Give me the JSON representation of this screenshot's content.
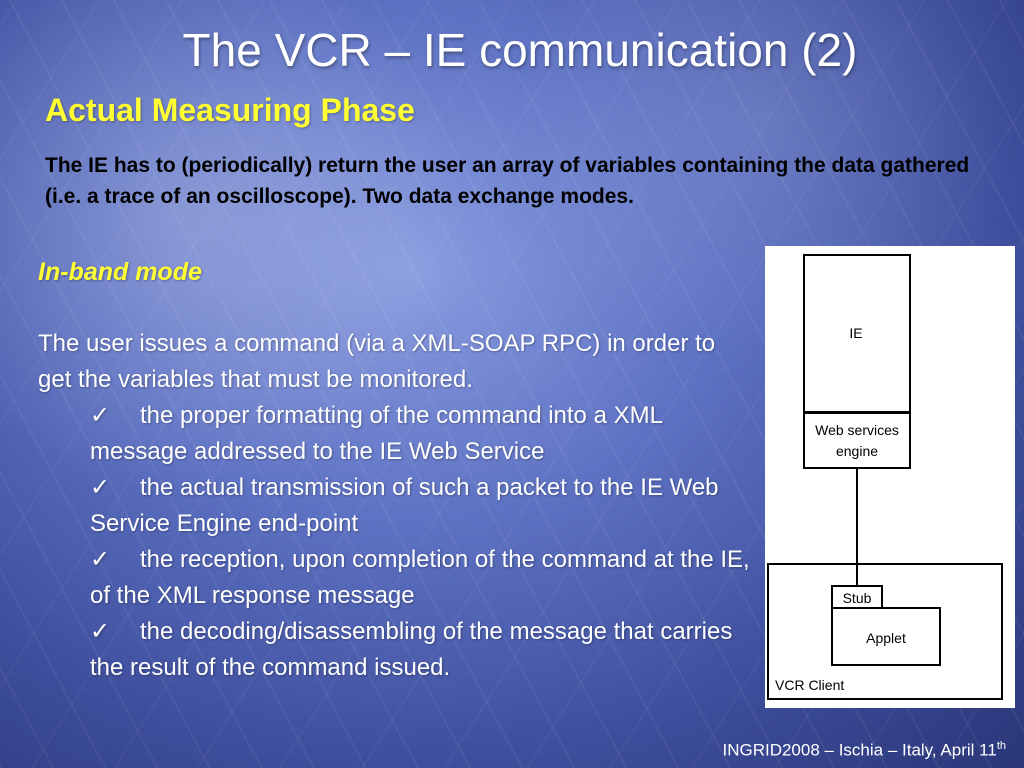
{
  "slide": {
    "title": "The VCR – IE communication (2)",
    "subtitle": "Actual Measuring Phase",
    "intro": "The IE has to (periodically) return the user an array of variables containing the data gathered (i.e. a trace of an oscilloscope). Two data exchange modes.",
    "mode_heading": "In-band mode",
    "body": "The user issues a command (via a XML-SOAP RPC) in order to get the variables that must be monitored.",
    "bullets": [
      "the proper formatting of the command into a XML message addressed to the IE Web Service",
      "the actual transmission of such a packet to the IE Web Service Engine end-point",
      "the reception, upon completion of the command at the IE, of the XML response message",
      "the decoding/disassembling of the message that carries the result of the command issued."
    ],
    "check_glyph": "✓",
    "footer": {
      "text": "INGRID2008 – Ischia – Italy, April 11",
      "suffix": "th"
    }
  },
  "diagram": {
    "ie_label": "IE",
    "ws_line1": "Web services",
    "ws_line2": "engine",
    "stub_label": "Stub",
    "applet_label": "Applet",
    "client_label": "VCR Client"
  },
  "colors": {
    "accent_yellow": "#ffff33",
    "background_blue": "#5f73c4"
  }
}
